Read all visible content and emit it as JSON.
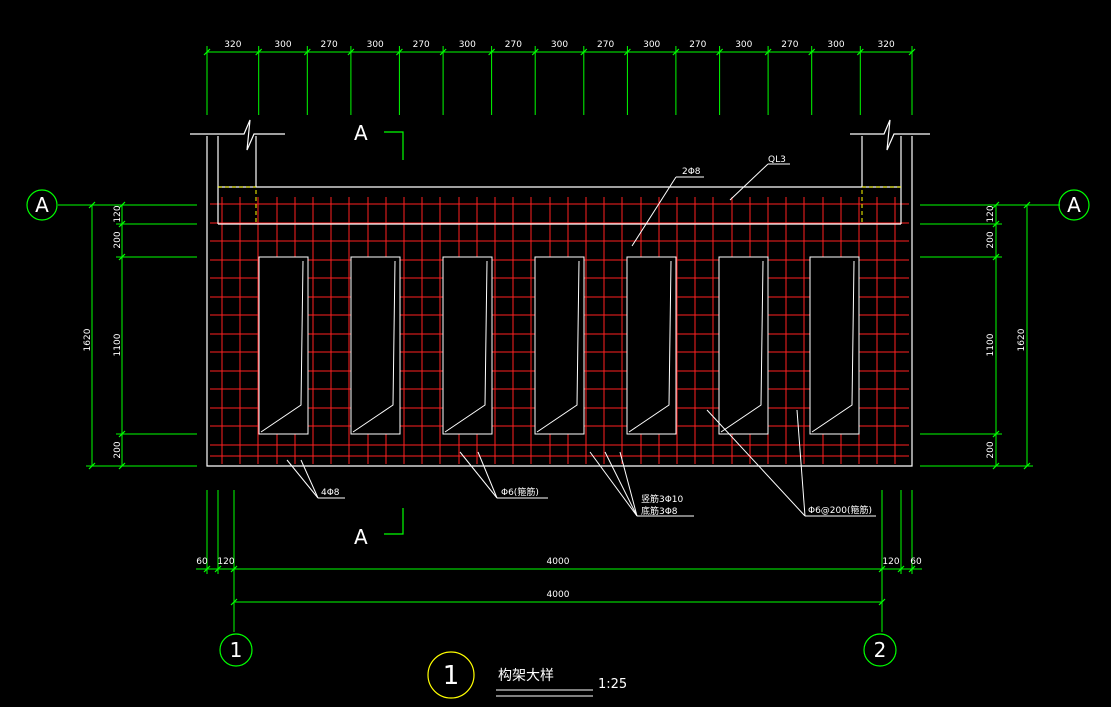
{
  "top_dimensions": [
    "320",
    "300",
    "270",
    "300",
    "270",
    "300",
    "270",
    "300",
    "270",
    "300",
    "270",
    "300",
    "270",
    "300",
    "320"
  ],
  "left_dimensions": {
    "top": "120",
    "upper": "200",
    "middle": "1100",
    "bottom": "200",
    "overall": "1620"
  },
  "right_dimensions": {
    "top": "120",
    "upper": "200",
    "middle": "1100",
    "bottom": "200",
    "overall": "1620"
  },
  "bottom_dimensions": {
    "left_offset": "60",
    "left_wall": "120",
    "span_inner": "4000",
    "right_wall": "120",
    "right_offset": "60",
    "span_axis": "4000"
  },
  "section_marks": {
    "top": "A",
    "bottom": "A"
  },
  "side_axes": {
    "left": "A",
    "right": "A"
  },
  "grid_axes": {
    "left": "1",
    "right": "2"
  },
  "labels": {
    "ring_beam": "QL3",
    "top_bars": "2Φ8",
    "bottom_bars": "4Φ8",
    "stirrup_short": "Φ6(箍筋)",
    "face_bars_1": "竖筋3Φ10",
    "face_bars_2": "底筋3Φ8",
    "stirrup_spacing": "Φ6@200(箍筋)"
  },
  "title_block": {
    "number": "1",
    "name": "构架大样",
    "scale": "1:25"
  },
  "colors": {
    "background": "#000000",
    "dimension": "#00ff00",
    "rebar": "#ff2020",
    "outline": "#ffffff",
    "hidden": "#ffff00",
    "bubble": "#00ff00",
    "title_circle": "#ffff00"
  }
}
